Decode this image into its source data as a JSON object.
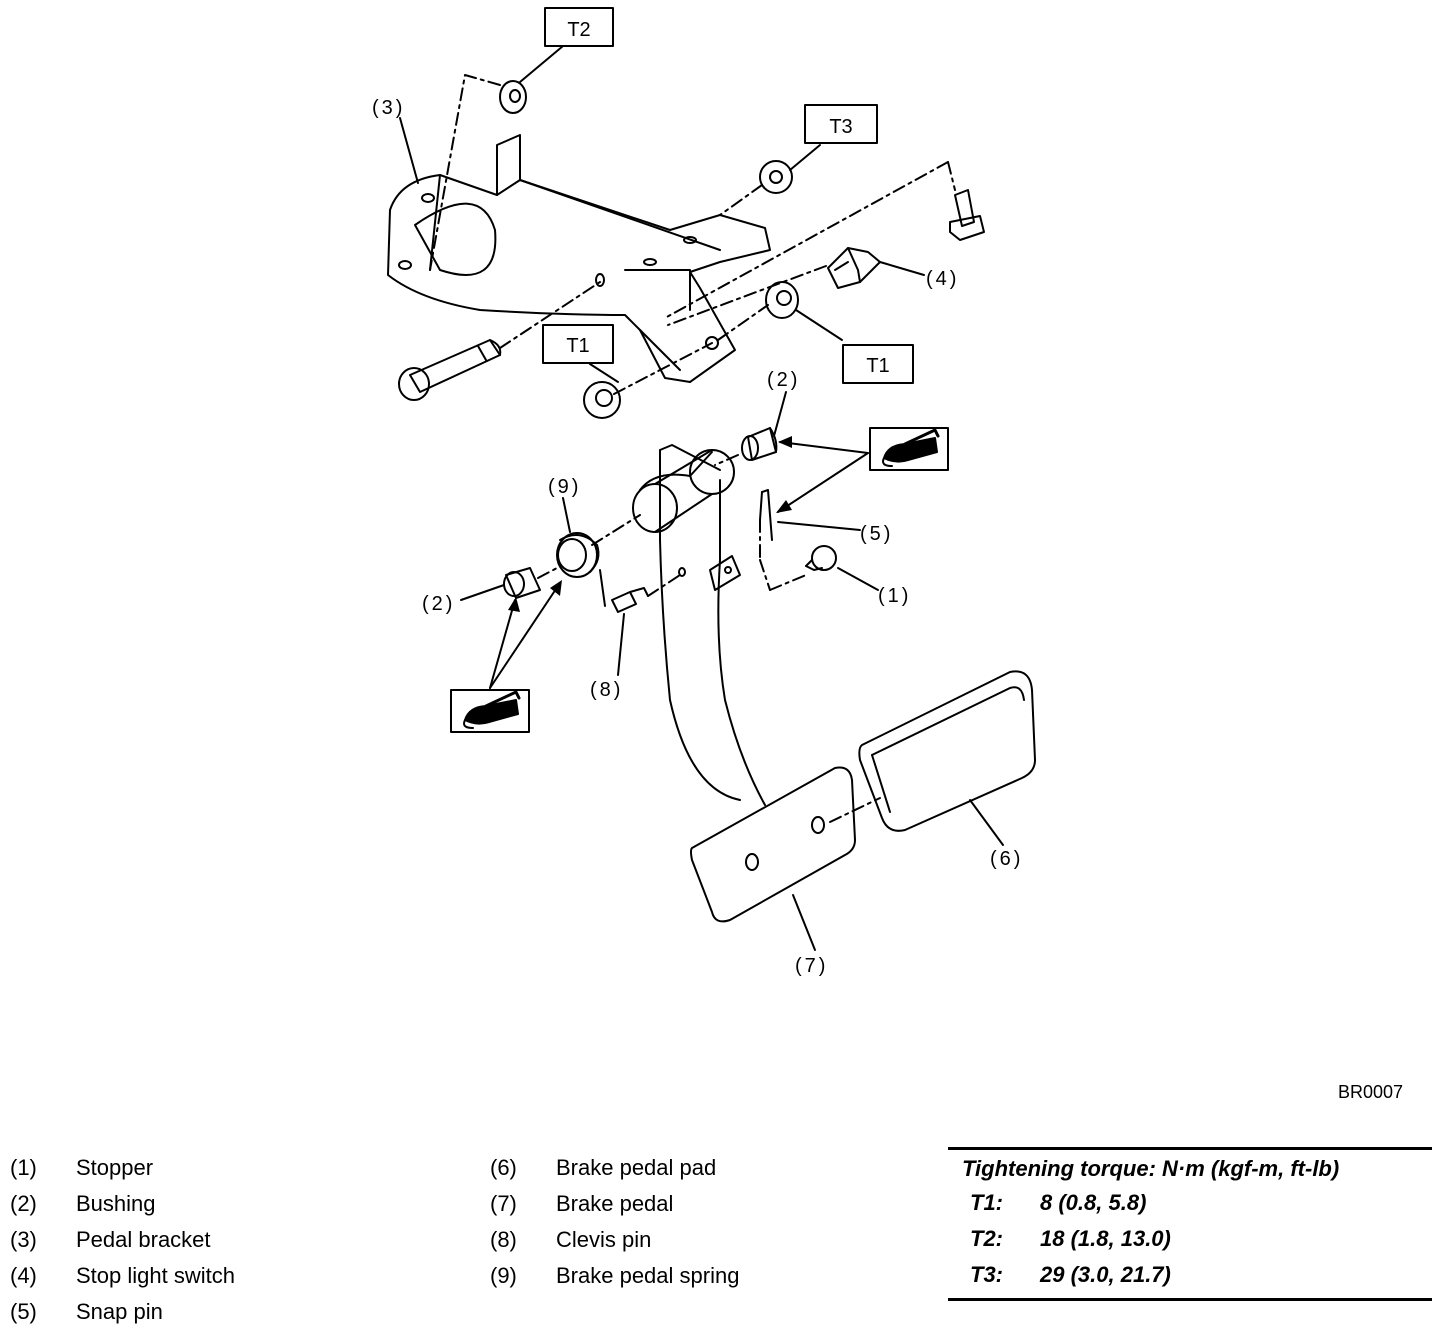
{
  "figure": {
    "code": "BR0007",
    "callouts": {
      "c1": "(1)",
      "c2a": "(2)",
      "c2b": "(2)",
      "c3": "(3)",
      "c4": "(4)",
      "c5": "(5)",
      "c6": "(6)",
      "c7": "(7)",
      "c8": "(8)",
      "c9": "(9)"
    },
    "torque_boxes": {
      "t2": "T2",
      "t3": "T3",
      "t1a": "T1",
      "t1b": "T1"
    },
    "grease_symbols": [
      "grease-icon",
      "grease-icon"
    ]
  },
  "legend": {
    "col1": [
      {
        "num": "(1)",
        "label": "Stopper"
      },
      {
        "num": "(2)",
        "label": "Bushing"
      },
      {
        "num": "(3)",
        "label": "Pedal bracket"
      },
      {
        "num": "(4)",
        "label": "Stop light switch"
      },
      {
        "num": "(5)",
        "label": "Snap pin"
      }
    ],
    "col2": [
      {
        "num": "(6)",
        "label": "Brake pedal pad"
      },
      {
        "num": "(7)",
        "label": "Brake pedal"
      },
      {
        "num": "(8)",
        "label": "Clevis pin"
      },
      {
        "num": "(9)",
        "label": "Brake pedal spring"
      }
    ]
  },
  "torque": {
    "title": "Tightening torque: N·m (kgf-m, ft-lb)",
    "rows": [
      {
        "name": "T1:",
        "value": "8 (0.8, 5.8)"
      },
      {
        "name": "T2:",
        "value": "18 (1.8, 13.0)"
      },
      {
        "name": "T3:",
        "value": "29 (3.0, 21.7)"
      }
    ]
  }
}
